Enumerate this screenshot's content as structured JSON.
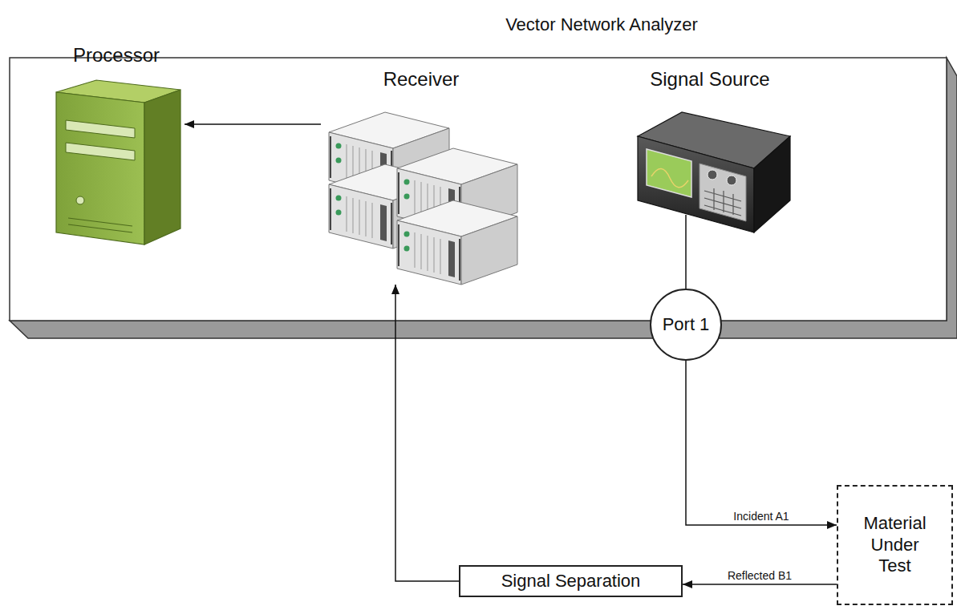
{
  "diagram": {
    "nodes": [
      {
        "text": [
          "Vector Network Analyzer"
        ]
      },
      {
        "text": [
          "Processor"
        ],
        "in": 0
      },
      {
        "text": [
          "Receiver"
        ],
        "in": 0
      },
      {
        "text": [
          "Signal Source"
        ],
        "in": 0
      },
      {
        "text": [
          "Port 1"
        ],
        "in": 0
      },
      {
        "text": [
          "Signal Separation"
        ]
      },
      {
        "text": [
          "Material Under Test"
        ]
      }
    ],
    "edges": [
      {
        "from": 2,
        "to": 1,
        "arrow": "to"
      },
      {
        "from": 3,
        "to": 4,
        "arrow": "none"
      },
      {
        "from": 4,
        "to": 6,
        "label": "Incident A1",
        "arrow": "to"
      },
      {
        "from": 6,
        "to": 5,
        "label": "Reflected B1",
        "arrow": "to"
      },
      {
        "from": 5,
        "to": 2,
        "arrow": "to"
      }
    ]
  }
}
